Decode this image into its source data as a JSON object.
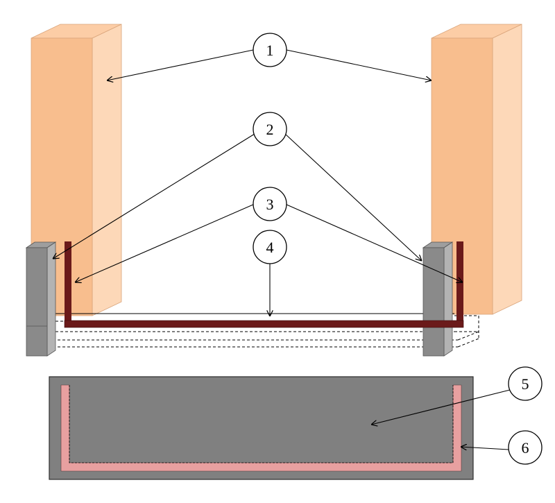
{
  "callouts": {
    "c1": "1",
    "c2": "2",
    "c3": "3",
    "c4": "4",
    "c5": "5",
    "c6": "6"
  },
  "colors": {
    "column_front": "#F8BE8E",
    "column_side": "#FDD8B8",
    "column_top": "#FCCDA6",
    "support_front": "#8A8A8A",
    "support_side": "#B3B3B3",
    "support_top": "#9E9E9E",
    "rebar": "#6B1A1A",
    "plate": "#808080",
    "plate_border": "#2E2E2E",
    "pink_strip": "#E8A0A0"
  }
}
